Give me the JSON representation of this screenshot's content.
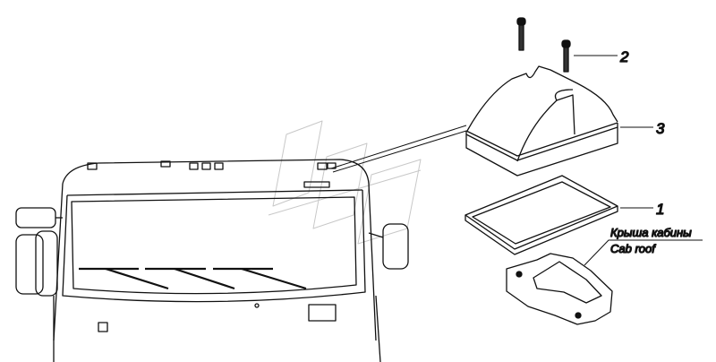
{
  "callouts": [
    {
      "number": "2",
      "part": "bolt"
    },
    {
      "number": "3",
      "part": "roof-lamp-cover"
    },
    {
      "number": "1",
      "part": "gasket"
    }
  ],
  "roof_label": {
    "ru": "Крыша кабины",
    "en": "Cab roof"
  },
  "colors": {
    "line": "#111111",
    "watermark": "#c8c8c8"
  }
}
